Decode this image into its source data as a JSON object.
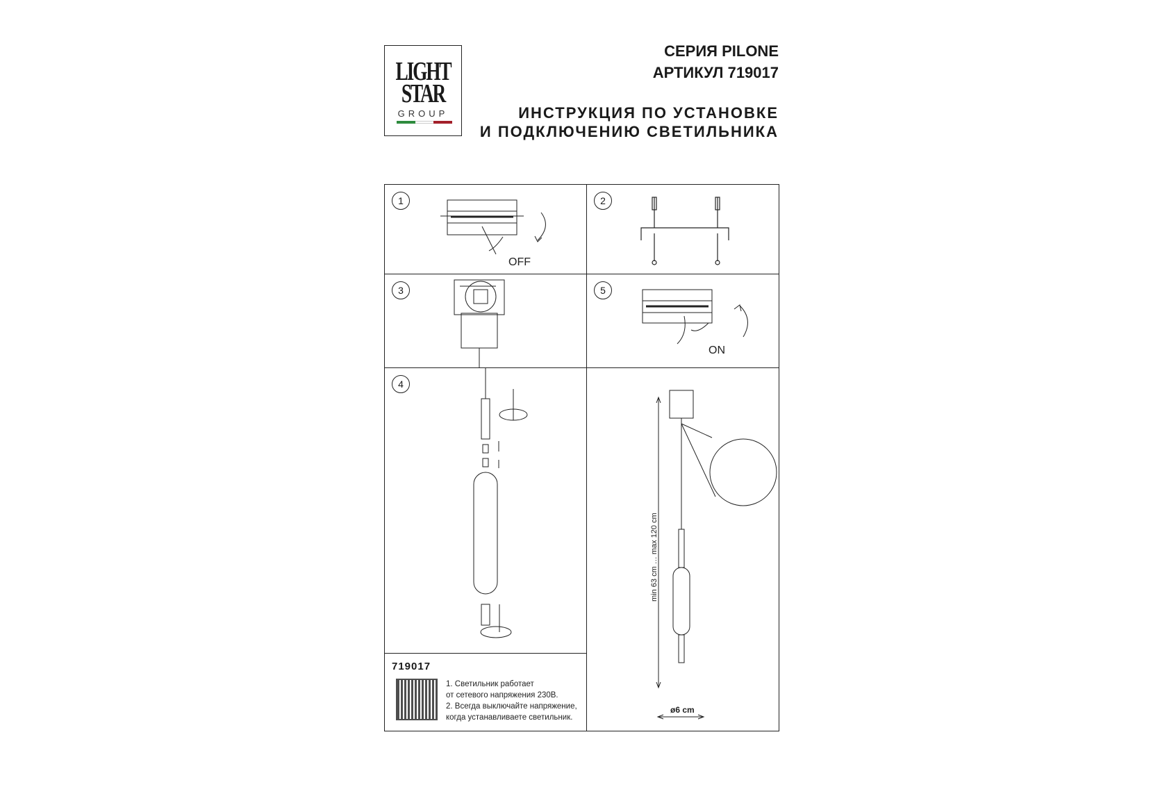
{
  "logo": {
    "line1": "LIGHT",
    "line2": "STAR",
    "line3": "GROUP",
    "flag_colors": [
      "#2e8b3e",
      "#ffffff",
      "#a3202a"
    ]
  },
  "header": {
    "series": "СЕРИЯ PILONE",
    "article": "АРТИКУЛ 719017",
    "title_line1": "ИНСТРУКЦИЯ ПО УСТАНОВКЕ",
    "title_line2": "И ПОДКЛЮЧЕНИЮ СВЕТИЛЬНИКА"
  },
  "steps": [
    {
      "number": "1",
      "label": "OFF"
    },
    {
      "number": "2"
    },
    {
      "number": "3"
    },
    {
      "number": "5",
      "label": "ON"
    },
    {
      "number": "4"
    }
  ],
  "info": {
    "article": "719017",
    "notes": [
      "1. Светильник работает",
      "от сетевого напряжения 230В.",
      "2. Всегда выключайте напряжение,",
      "когда устанавливаете светильник."
    ]
  },
  "dimensions": {
    "height": "min 63 cm … max 120 cm",
    "diameter": "ø6 cm"
  }
}
